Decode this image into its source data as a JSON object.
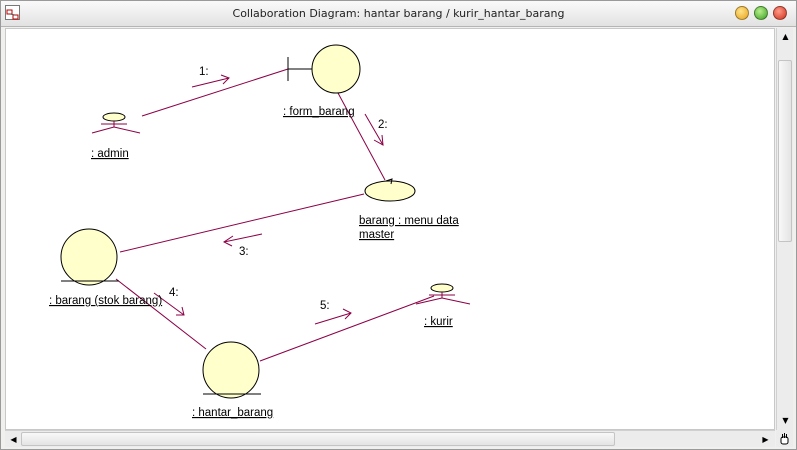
{
  "window": {
    "title": "Collaboration Diagram: hantar barang / kurir_hantar_barang"
  },
  "colors": {
    "link": "#8b0046",
    "object_fill": "#ffffcc"
  },
  "diagram": {
    "actors": {
      "admin": ": admin",
      "kurir": ": kurir"
    },
    "objects": {
      "form_barang": ": form_barang",
      "menu_line1": "barang : menu data",
      "menu_line2": "master",
      "stok_barang": ": barang (stok barang)",
      "hantar_barang": ": hantar_barang"
    },
    "messages": {
      "m1": "1:",
      "m2": "2:",
      "m3": "3:",
      "m4": "4:",
      "m5": "5:"
    }
  },
  "icons": {
    "system": "diagram-window-icon",
    "scroll_up": "arrow-up-icon",
    "scroll_down": "arrow-down-icon",
    "scroll_left": "arrow-left-icon",
    "scroll_right": "arrow-right-icon",
    "hand": "hand-pan-icon"
  }
}
